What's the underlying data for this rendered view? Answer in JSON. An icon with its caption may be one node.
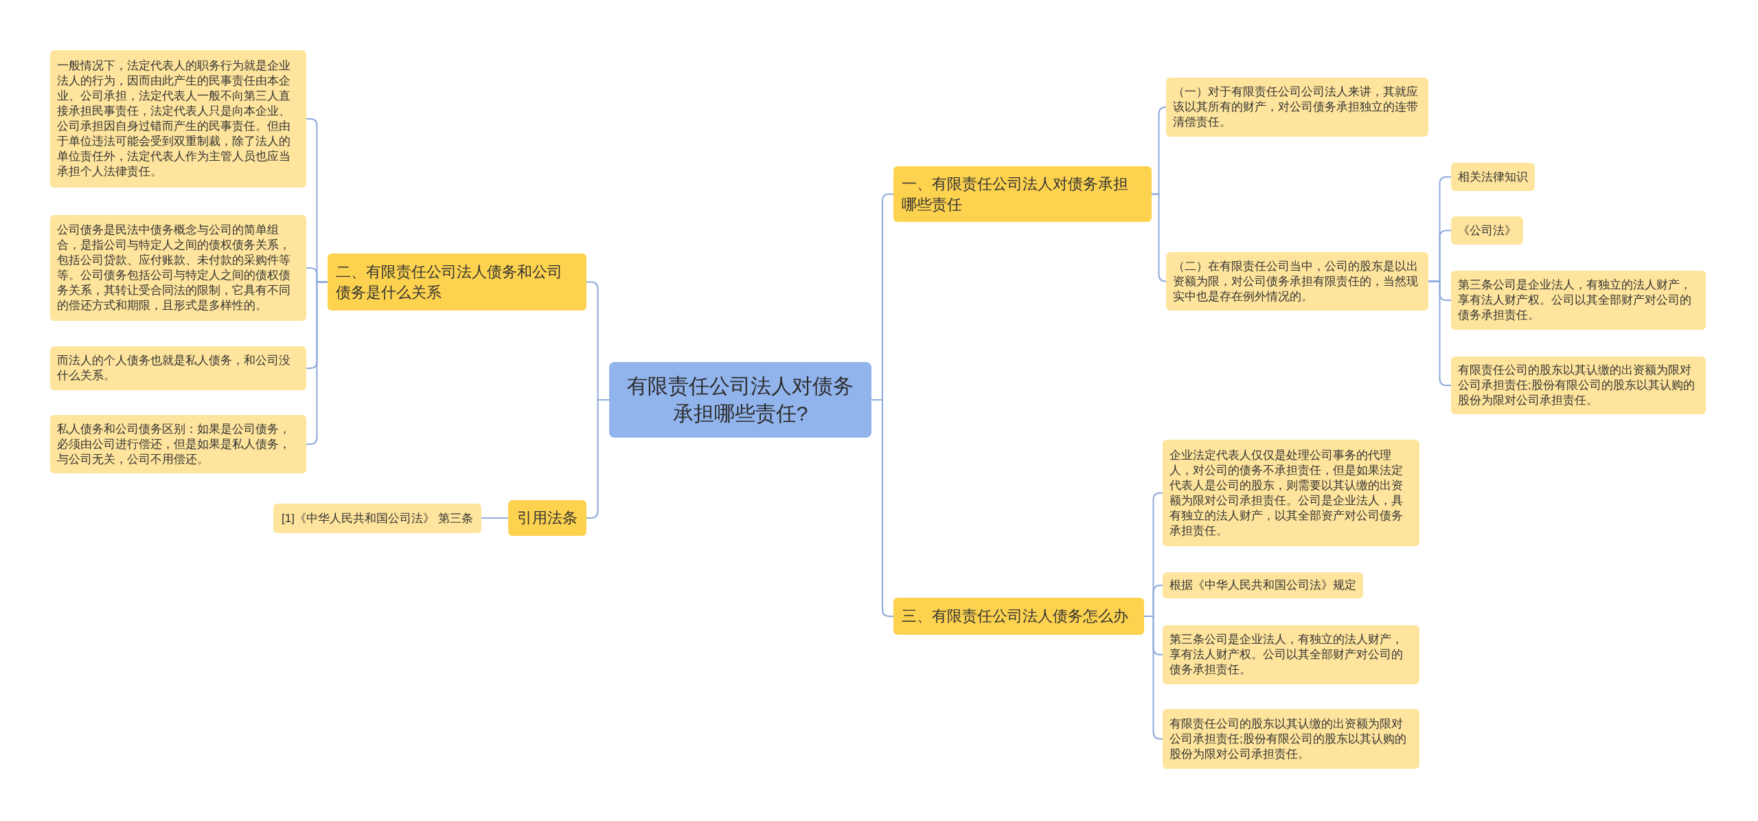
{
  "diagram": {
    "nodes": [
      {
        "text": [
          "有限责任公司法人对债务承担哪些责任?"
        ]
      },
      {
        "text": [
          "二、有限责任公司法人债务和公司债务是什么关系"
        ]
      },
      {
        "text": [
          "一般情况下，法定代表人的职务行为就是企业法人的行为，因而由此产生的民事责任由本企业、公司承担，法定代表人一般不向第三人直接承担民事责任，法定代表人只是向本企业、公司承担因自身过错而产生的民事责任。但由于单位违法可能会受到双重制裁，除了法人的单位责任外，法定代表人作为主管人员也应当承担个人法律责任。"
        ]
      },
      {
        "text": [
          "公司债务是民法中债务概念与公司的简单组合，是指公司与特定人之间的债权债务关系，包括公司贷款、应付账款、未付款的采购件等等。公司债务包括公司与特定人之间的债权债务关系，其转让受合同法的限制，它具有不同的偿还方式和期限，且形式是多样性的。"
        ]
      },
      {
        "text": [
          "而法人的个人债务也就是私人债务，和公司没什么关系。"
        ]
      },
      {
        "text": [
          "私人债务和公司债务区别：如果是公司债务，必须由公司进行偿还，但是如果是私人债务，与公司无关，公司不用偿还。"
        ]
      },
      {
        "text": [
          "引用法条"
        ]
      },
      {
        "text": [
          "[1]《中华人民共和国公司法》 第三条"
        ]
      },
      {
        "text": [
          "一、有限责任公司法人对债务承担哪些责任"
        ]
      },
      {
        "text": [
          "（一）对于有限责任公司公司法人来讲，其就应该以其所有的财产，对公司债务承担独立的连带清偿责任。"
        ]
      },
      {
        "text": [
          "（二）在有限责任公司当中，公司的股东是以出资额为限，对公司债务承担有限责任的，当然现实中也是存在例外情况的。"
        ]
      },
      {
        "text": [
          "相关法律知识"
        ]
      },
      {
        "text": [
          "《公司法》"
        ]
      },
      {
        "text": [
          "第三条公司是企业法人，有独立的法人财产，享有法人财产权。公司以其全部财产对公司的债务承担责任。"
        ]
      },
      {
        "text": [
          "有限责任公司的股东以其认缴的出资额为限对公司承担责任;股份有限公司的股东以其认购的股份为限对公司承担责任。"
        ]
      },
      {
        "text": [
          "三、有限责任公司法人债务怎么办"
        ]
      },
      {
        "text": [
          "企业法定代表人仅仅是处理公司事务的代理人，对公司的债务不承担责任，但是如果法定代表人是公司的股东，则需要以其认缴的出资额为限对公司承担责任。公司是企业法人，具有独立的法人财产，以其全部资产对公司债务承担责任。"
        ]
      },
      {
        "text": [
          "根据《中华人民共和国公司法》规定"
        ]
      },
      {
        "text": [
          "第三条公司是企业法人，有独立的法人财产，享有法人财产权。公司以其全部财产对公司的债务承担责任。"
        ]
      },
      {
        "text": [
          "有限责任公司的股东以其认缴的出资额为限对公司承担责任;股份有限公司的股东以其认购的股份为限对公司承担责任。"
        ]
      }
    ],
    "edges": [
      {
        "from": 0,
        "to": 1,
        "arrow": "none"
      },
      {
        "from": 1,
        "to": 2,
        "arrow": "none"
      },
      {
        "from": 1,
        "to": 3,
        "arrow": "none"
      },
      {
        "from": 1,
        "to": 4,
        "arrow": "none"
      },
      {
        "from": 1,
        "to": 5,
        "arrow": "none"
      },
      {
        "from": 0,
        "to": 6,
        "arrow": "none"
      },
      {
        "from": 6,
        "to": 7,
        "arrow": "none"
      },
      {
        "from": 0,
        "to": 8,
        "arrow": "none"
      },
      {
        "from": 8,
        "to": 9,
        "arrow": "none"
      },
      {
        "from": 8,
        "to": 10,
        "arrow": "none"
      },
      {
        "from": 10,
        "to": 11,
        "arrow": "none"
      },
      {
        "from": 10,
        "to": 12,
        "arrow": "none"
      },
      {
        "from": 10,
        "to": 13,
        "arrow": "none"
      },
      {
        "from": 10,
        "to": 14,
        "arrow": "none"
      },
      {
        "from": 0,
        "to": 15,
        "arrow": "none"
      },
      {
        "from": 15,
        "to": 16,
        "arrow": "none"
      },
      {
        "from": 15,
        "to": 17,
        "arrow": "none"
      },
      {
        "from": 15,
        "to": 18,
        "arrow": "none"
      },
      {
        "from": 15,
        "to": 19,
        "arrow": "none"
      }
    ]
  }
}
